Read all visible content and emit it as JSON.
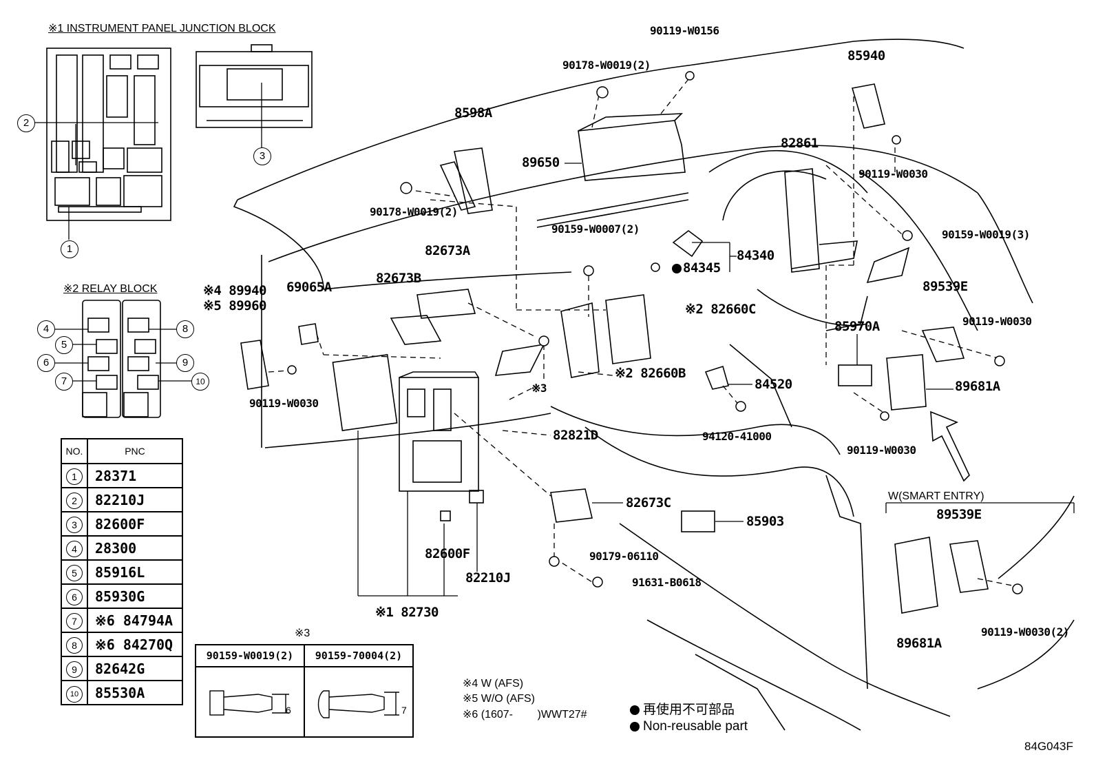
{
  "headers": {
    "ip_junction": "※1 INSTRUMENT PANEL JUNCTION BLOCK",
    "relay_block": "※2 RELAY BLOCK",
    "note3": "※3",
    "smart_entry": "W(SMART ENTRY)"
  },
  "callouts": {
    "c1": "1",
    "c2": "2",
    "c3": "3",
    "c4": "4",
    "c5": "5",
    "c6": "6",
    "c7": "7",
    "c8": "8",
    "c9": "9",
    "c10": "10"
  },
  "labels": {
    "p90119_W0156": "90119-W0156",
    "p90178_W0019_top": "90178-W0019(2)",
    "p85940": "85940",
    "p8598A": "8598A",
    "p89650": "89650",
    "p82861": "82861",
    "p90119_W0030_r": "90119-W0030",
    "p90178_W0019_l": "90178-W0019(2)",
    "p90159_W0007": "90159-W0007(2)",
    "p90159_W0019_3": "90159-W0019(3)",
    "p84340": "84340",
    "p84345": "84345",
    "p82673A": "82673A",
    "p82673B": "82673B",
    "p89940": "※4 89940",
    "p89960": "※5 89960",
    "p69065A": "69065A",
    "p82660C": "※2 82660C",
    "p89539E_1": "89539E",
    "p90119_W0030_r2": "90119-W0030",
    "p85970A": "85970A",
    "p82660B": "※2 82660B",
    "p84520": "84520",
    "p89681A_1": "89681A",
    "p90119_W0030_l": "90119-W0030",
    "p3": "※3",
    "p94120": "94120-41000",
    "p82821D": "82821D",
    "p90119_W0030_b": "90119-W0030",
    "p82673C": "82673C",
    "p85903": "85903",
    "p89539E_2": "89539E",
    "p90179": "90179-06110",
    "p91631": "91631-B0618",
    "p82600F": "82600F",
    "p82210J": "82210J",
    "p82730": "※1 82730",
    "p89681A_2": "89681A",
    "p90119_W0030_2": "90119-W0030(2)"
  },
  "pnc_table": {
    "col_no": "NO.",
    "col_pnc": "PNC",
    "rows": [
      {
        "no": "1",
        "pnc": "28371"
      },
      {
        "no": "2",
        "pnc": "82210J"
      },
      {
        "no": "3",
        "pnc": "82600F"
      },
      {
        "no": "4",
        "pnc": "28300"
      },
      {
        "no": "5",
        "pnc": "85916L"
      },
      {
        "no": "6",
        "pnc": "85930G"
      },
      {
        "no": "7",
        "pnc": "※6 84794A"
      },
      {
        "no": "8",
        "pnc": "※6 84270Q"
      },
      {
        "no": "9",
        "pnc": "82642G"
      },
      {
        "no": "10",
        "pnc": "85530A"
      }
    ]
  },
  "bolt_table": {
    "col1": "90159-W0019(2)",
    "col2": "90159-70004(2)",
    "dim1": "6",
    "dim2": "7"
  },
  "notes": {
    "n4": "※4 W (AFS)",
    "n5": "※5 W/O (AFS)",
    "n6": "※6 (1607-        )WWT27#"
  },
  "legend": {
    "jp": "再使用不可部品",
    "en": "Non-reusable part"
  },
  "diagram_code": "84G043F"
}
